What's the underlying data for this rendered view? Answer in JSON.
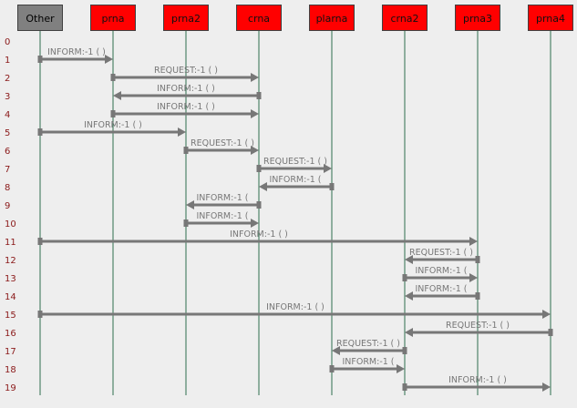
{
  "colors": {
    "background": "#eeeeee",
    "lifeline": "#2f6f4f",
    "arrow": "#777777",
    "label": "#777777",
    "row_number": "#8b1a1a",
    "header_red": "#ff0000",
    "header_gray": "#808080"
  },
  "actors": [
    {
      "name": "Other",
      "color": "#808080"
    },
    {
      "name": "prna",
      "color": "#ff0000"
    },
    {
      "name": "prna2",
      "color": "#ff0000"
    },
    {
      "name": "crna",
      "color": "#ff0000"
    },
    {
      "name": "plarna",
      "color": "#ff0000"
    },
    {
      "name": "crna2",
      "color": "#ff0000"
    },
    {
      "name": "prna3",
      "color": "#ff0000"
    },
    {
      "name": "prna4",
      "color": "#ff0000"
    }
  ],
  "rows": [
    "0",
    "1",
    "2",
    "3",
    "4",
    "5",
    "6",
    "7",
    "8",
    "9",
    "10",
    "11",
    "12",
    "13",
    "14",
    "15",
    "16",
    "17",
    "18",
    "19"
  ],
  "messages": [
    {
      "row": 1,
      "from": 0,
      "to": 1,
      "label": "INFORM:-1 (       )"
    },
    {
      "row": 2,
      "from": 1,
      "to": 3,
      "label": "REQUEST:-1 (       )"
    },
    {
      "row": 3,
      "from": 3,
      "to": 1,
      "label": "INFORM:-1 (       )"
    },
    {
      "row": 4,
      "from": 1,
      "to": 3,
      "label": "INFORM:-1 (       )"
    },
    {
      "row": 5,
      "from": 0,
      "to": 2,
      "label": "INFORM:-1 (       )"
    },
    {
      "row": 6,
      "from": 2,
      "to": 3,
      "label": "REQUEST:-1 (       )"
    },
    {
      "row": 7,
      "from": 3,
      "to": 4,
      "label": "REQUEST:-1 (       )"
    },
    {
      "row": 8,
      "from": 4,
      "to": 3,
      "label": "INFORM:-1 ("
    },
    {
      "row": 9,
      "from": 3,
      "to": 2,
      "label": "INFORM:-1 ("
    },
    {
      "row": 10,
      "from": 2,
      "to": 3,
      "label": "INFORM:-1 ("
    },
    {
      "row": 11,
      "from": 0,
      "to": 6,
      "label": "INFORM:-1 (       )"
    },
    {
      "row": 12,
      "from": 6,
      "to": 5,
      "label": "REQUEST:-1 (       )"
    },
    {
      "row": 13,
      "from": 5,
      "to": 6,
      "label": "INFORM:-1 ("
    },
    {
      "row": 14,
      "from": 6,
      "to": 5,
      "label": "INFORM:-1 ("
    },
    {
      "row": 15,
      "from": 0,
      "to": 7,
      "label": "INFORM:-1 (       )"
    },
    {
      "row": 16,
      "from": 7,
      "to": 5,
      "label": "REQUEST:-1 (       )"
    },
    {
      "row": 17,
      "from": 5,
      "to": 4,
      "label": "REQUEST:-1 (       )"
    },
    {
      "row": 18,
      "from": 4,
      "to": 5,
      "label": "INFORM:-1 ("
    },
    {
      "row": 19,
      "from": 5,
      "to": 7,
      "label": "INFORM:-1 (       )"
    }
  ]
}
